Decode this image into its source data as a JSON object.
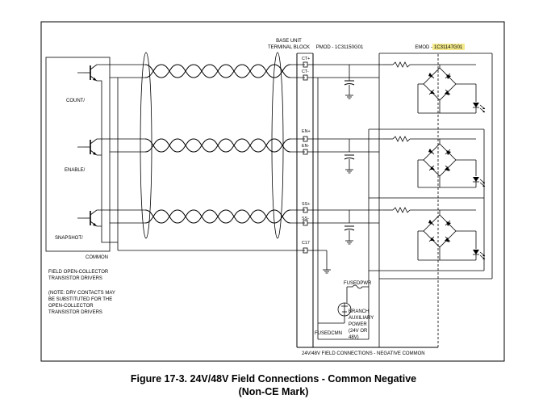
{
  "labels": {
    "base_unit": "BASE UNIT",
    "terminal_block": "TERMINAL BLOCK",
    "pmod": "PMOD - 1C31150G01",
    "emod_prefix": "EMOD - ",
    "emod_part": "1C31147G01",
    "count": "COUNT/",
    "enable": "ENABLE/",
    "snapshot": "SNAPSHOT/",
    "common": "COMMON",
    "drivers_1": "FIELD OPEN-COLLECTOR",
    "drivers_2": "TRANSISTOR DRIVERS",
    "note_1": "(NOTE:  DRY CONTACTS MAY",
    "note_2": "BE SUBSTITUTED FOR THE",
    "note_3": "OPEN-COLLECTOR",
    "note_4": "TRANSISTOR DRIVERS",
    "fusedpwr": "FUSEDPWR",
    "fusedcmn": "FUSEDCMN",
    "branch_1": "BRANCH",
    "branch_2": "AUXILIARY",
    "branch_3": "POWER",
    "branch_4": "(24V OR",
    "branch_5": "48V)",
    "bottom_note": "24V/48V FIELD CONNECTIONS - NEGATIVE COMMON"
  },
  "terminals": [
    "CT+",
    "CT-",
    "EN+",
    "EN-",
    "SS+",
    "SS-",
    "C17"
  ],
  "caption": {
    "line1": "Figure 17-3. 24V/48V Field Connections - Common Negative",
    "line2": "(Non-CE Mark)"
  },
  "colors": {
    "highlight": "#f3e98b"
  }
}
